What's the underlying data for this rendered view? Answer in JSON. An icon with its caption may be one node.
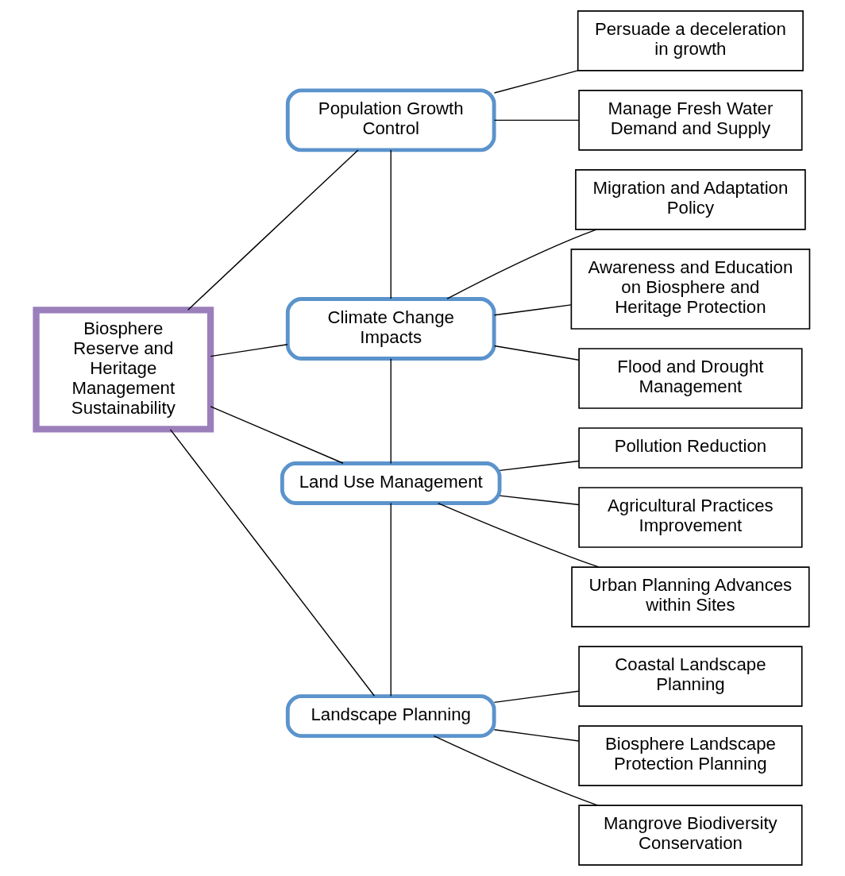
{
  "diagram": {
    "nodes": [
      {
        "text": [
          "Biosphere Reserve and Heritage Management Sustainability"
        ]
      },
      {
        "text": [
          "Population Growth Control"
        ]
      },
      {
        "text": [
          "Climate Change Impacts"
        ]
      },
      {
        "text": [
          "Land Use Management"
        ]
      },
      {
        "text": [
          "Landscape Planning"
        ]
      },
      {
        "text": [
          "Persuade a deceleration in growth"
        ]
      },
      {
        "text": [
          "Manage Fresh Water Demand and Supply"
        ]
      },
      {
        "text": [
          "Migration and Adaptation Policy"
        ]
      },
      {
        "text": [
          "Awareness and Education on Biosphere and Heritage Protection"
        ]
      },
      {
        "text": [
          "Flood and Drought Management"
        ]
      },
      {
        "text": [
          "Pollution Reduction"
        ]
      },
      {
        "text": [
          "Agricultural Practices Improvement"
        ]
      },
      {
        "text": [
          "Urban Planning Advances within Sites"
        ]
      },
      {
        "text": [
          "Coastal Landscape Planning"
        ]
      },
      {
        "text": [
          "Biosphere Landscape Protection Planning"
        ]
      },
      {
        "text": [
          "Mangrove Biodiversity Conservation"
        ]
      }
    ],
    "edges": [
      {
        "from": 0,
        "to": 1,
        "arrow": "none"
      },
      {
        "from": 0,
        "to": 2,
        "arrow": "none"
      },
      {
        "from": 0,
        "to": 3,
        "arrow": "none"
      },
      {
        "from": 0,
        "to": 4,
        "arrow": "none"
      },
      {
        "from": 1,
        "to": 2,
        "arrow": "none"
      },
      {
        "from": 2,
        "to": 3,
        "arrow": "none"
      },
      {
        "from": 3,
        "to": 4,
        "arrow": "none"
      },
      {
        "from": 1,
        "to": 5,
        "arrow": "none"
      },
      {
        "from": 1,
        "to": 6,
        "arrow": "none"
      },
      {
        "from": 2,
        "to": 7,
        "arrow": "none"
      },
      {
        "from": 2,
        "to": 8,
        "arrow": "none"
      },
      {
        "from": 2,
        "to": 9,
        "arrow": "none"
      },
      {
        "from": 3,
        "to": 10,
        "arrow": "none"
      },
      {
        "from": 3,
        "to": 11,
        "arrow": "none"
      },
      {
        "from": 3,
        "to": 12,
        "arrow": "none"
      },
      {
        "from": 4,
        "to": 13,
        "arrow": "none"
      },
      {
        "from": 4,
        "to": 14,
        "arrow": "none"
      },
      {
        "from": 4,
        "to": 15,
        "arrow": "none"
      }
    ]
  }
}
